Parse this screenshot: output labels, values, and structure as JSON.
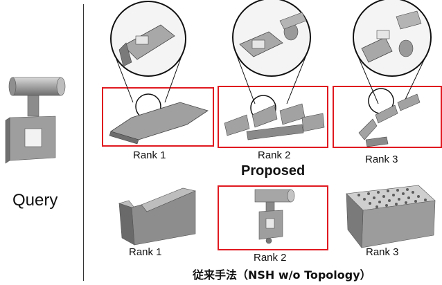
{
  "query": {
    "label": "Query"
  },
  "proposed": {
    "heading": "Proposed",
    "results": [
      {
        "rank": "Rank 1",
        "highlighted": true
      },
      {
        "rank": "Rank 2",
        "highlighted": true
      },
      {
        "rank": "Rank 3",
        "highlighted": true
      }
    ]
  },
  "baseline": {
    "heading": "従来手法（NSH w/o Topology）",
    "results": [
      {
        "rank": "Rank 1",
        "highlighted": false
      },
      {
        "rank": "Rank 2",
        "highlighted": true
      },
      {
        "rank": "Rank 3",
        "highlighted": false
      }
    ]
  },
  "colors": {
    "highlight_box": "#e0191f",
    "divider": "#333333",
    "shape_fill": "#9a9a9a"
  },
  "icons": [
    "query-shape-icon",
    "chain-link-icon",
    "magnifier-circle-icon",
    "wedge-block-icon",
    "pin-block-icon",
    "perforated-block-icon"
  ]
}
